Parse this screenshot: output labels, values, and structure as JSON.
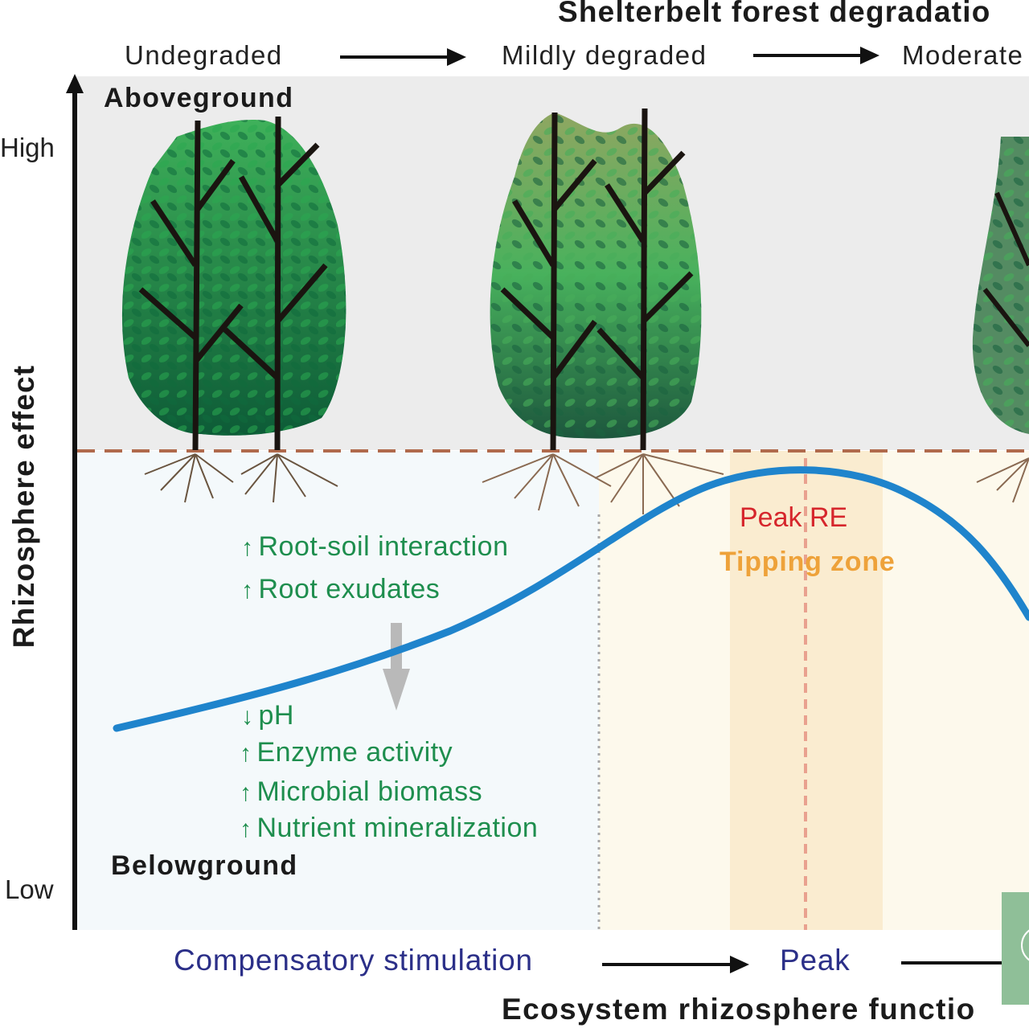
{
  "header": {
    "title": "Shelterbelt forest degradatio",
    "stages": [
      "Undegraded",
      "Mildly degraded",
      "Moderate"
    ]
  },
  "axis": {
    "ylabel": "Rhizosphere effect",
    "high": "High",
    "low": "Low"
  },
  "zones": {
    "above": "Aboveground",
    "below": "Belowground"
  },
  "effects": {
    "up_rows": [
      "Root-soil interaction",
      "Root exudates"
    ],
    "down_rows": [
      {
        "dir": "down",
        "text": "pH"
      },
      {
        "dir": "up",
        "text": "Enzyme activity"
      },
      {
        "dir": "up",
        "text": "Microbial biomass"
      },
      {
        "dir": "up",
        "text": "Nutrient mineralization"
      }
    ]
  },
  "markers": {
    "peak": "Peak RE",
    "tipping": "Tipping zone"
  },
  "phases": {
    "compensatory": "Compensatory stimulation",
    "peak": "Peak"
  },
  "footer": {
    "title": "Ecosystem rhizosphere functio"
  },
  "colors": {
    "curve": "#1f84cc",
    "arrow_text": "#1e8e4e",
    "peak": "#d6262c",
    "tipping": "#eea23a",
    "phase": "#2b2f88",
    "ground_line": "#b06a4c",
    "above_bg": "#ececec",
    "below_bg": "#f4f9fb"
  }
}
